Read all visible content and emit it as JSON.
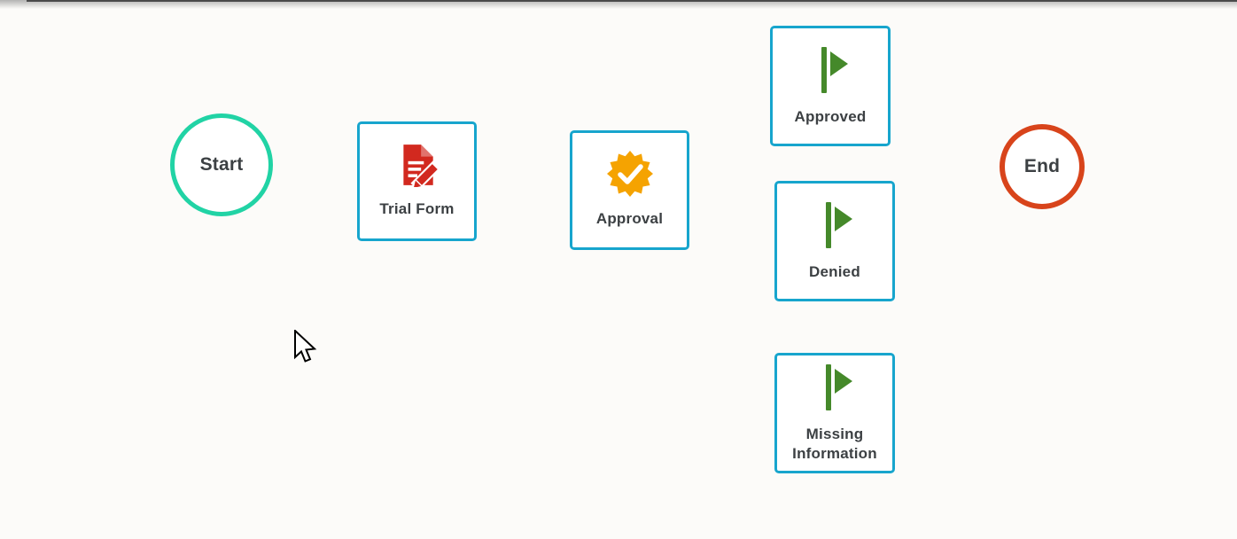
{
  "colors": {
    "canvas_bg": "#fcfbf9",
    "top_edge": "#4a4a4a",
    "start_border": "#21d3a5",
    "task_border": "#17a5cd",
    "end_border": "#d8441b",
    "doc_icon_red": "#d2291f",
    "badge_icon_orange": "#f5a301",
    "flag_icon_green": "#45892a",
    "label_text": "#3c4043"
  },
  "nodes": {
    "start": {
      "label": "Start",
      "shape": "circle"
    },
    "trial_form": {
      "label": "Trial Form",
      "shape": "box",
      "icon": "document-edit-icon"
    },
    "approval": {
      "label": "Approval",
      "shape": "box",
      "icon": "badge-check-icon"
    },
    "approved": {
      "label": "Approved",
      "shape": "box",
      "icon": "flag-icon"
    },
    "denied": {
      "label": "Denied",
      "shape": "box",
      "icon": "flag-icon"
    },
    "missing_information": {
      "label": "Missing Information",
      "shape": "box",
      "icon": "flag-icon"
    },
    "end": {
      "label": "End",
      "shape": "circle"
    }
  },
  "cursor": {
    "icon": "arrow-cursor-icon"
  }
}
